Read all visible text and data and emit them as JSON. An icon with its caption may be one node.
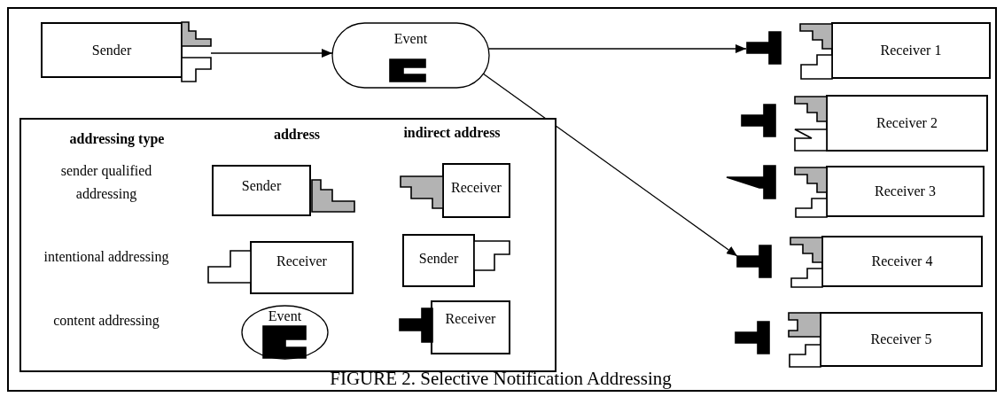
{
  "diagram": {
    "caption": "FIGURE 2. Selective Notification Addressing",
    "nodes": [
      {
        "text": [
          "Sender"
        ]
      },
      {
        "text": [
          "Event"
        ]
      },
      {
        "text": [
          "Receiver 1"
        ]
      },
      {
        "text": [
          "Receiver 2"
        ]
      },
      {
        "text": [
          "Receiver 3"
        ]
      },
      {
        "text": [
          "Receiver 4"
        ]
      },
      {
        "text": [
          "Receiver 5"
        ]
      },
      {
        "text": [],
        "shape": "box"
      },
      {
        "text": [
          "Sender"
        ],
        "in": 7
      },
      {
        "text": [
          "Receiver"
        ],
        "in": 7
      },
      {
        "text": [
          "Receiver"
        ],
        "in": 7
      },
      {
        "text": [
          "Sender"
        ],
        "in": 7
      },
      {
        "text": [
          "Event"
        ],
        "in": 7
      },
      {
        "text": [
          "Receiver"
        ],
        "in": 7
      }
    ],
    "edges": [
      {
        "from": 0,
        "to": 1,
        "arrow": "to"
      },
      {
        "from": 1,
        "to": 2,
        "arrow": "to"
      },
      {
        "from": 1,
        "to": 5,
        "arrow": "to"
      }
    ],
    "labels": [
      "addressing type",
      "address",
      "indirect address",
      "sender qualified addressing",
      "intentional addressing",
      "content addressing"
    ]
  }
}
